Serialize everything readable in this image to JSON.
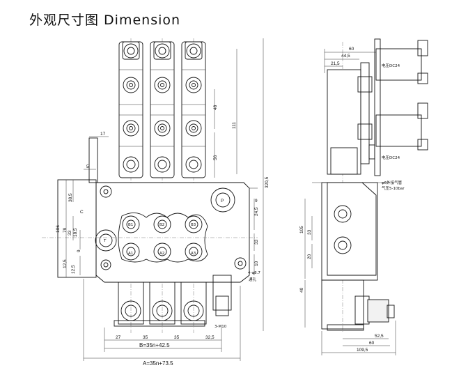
{
  "title": "外观尺寸图  Dimension",
  "front_view": {
    "dims": {
      "d17": "17",
      "d5": "5",
      "d48": "48",
      "d111": "111",
      "d56": "56",
      "d320": "320,5",
      "d38": "38,5",
      "dC": "C",
      "d106": "106",
      "d79": "79",
      "d33": "33",
      "d18": "18,5",
      "d9": "9",
      "d24": "24,5",
      "d33b": "33",
      "d10": "10",
      "d12": "12,5",
      "d125": "12,5",
      "dP": "P",
      "dA1": "A1",
      "dA2": "A2",
      "dA3": "A3",
      "dB1": "B1",
      "dB2": "B2",
      "dB3": "B3",
      "dT": "T",
      "dOil": "4-φ8.7",
      "dOil2": "通孔",
      "dM10": "3-M10",
      "b27": "27",
      "b35a": "35",
      "b35b": "35",
      "b32": "32,5",
      "formulaB": "B=35n+42.5",
      "formulaA": "A=35n+73.5"
    }
  },
  "side_view": {
    "dims": {
      "d60": "60",
      "d44": "44,5",
      "d21": "21,5",
      "d105": "105",
      "d33": "33",
      "d20": "20",
      "d40": "40",
      "d52": "52,5",
      "d60b": "60",
      "d109": "109,5"
    },
    "labels": {
      "voltage1": "电压DC24",
      "voltage2": "电压DC24",
      "air1": "φ6外接气管",
      "air2": "气压5-10bar"
    }
  }
}
